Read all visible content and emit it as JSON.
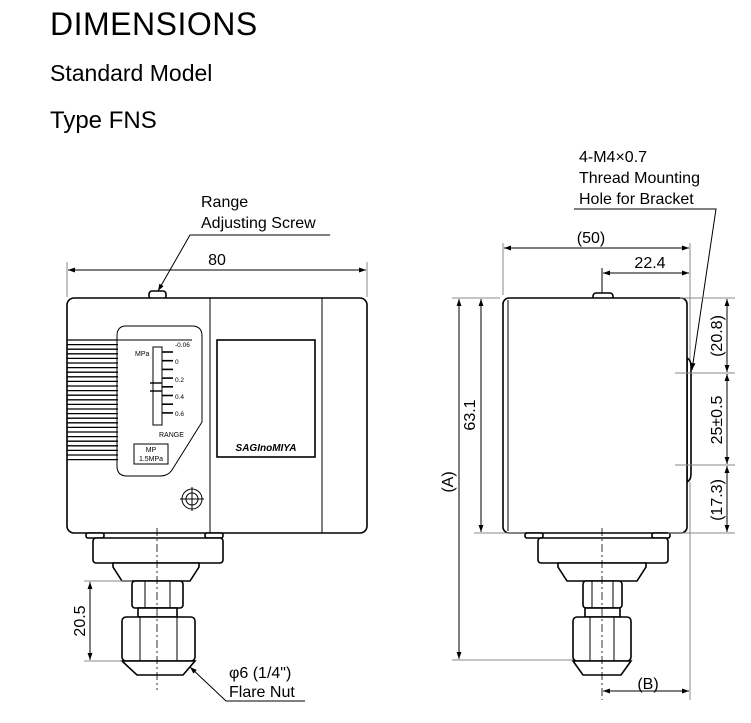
{
  "header": {
    "title": "DIMENSIONS",
    "subtitle": "Standard Model",
    "type": "Type FNS"
  },
  "front_view": {
    "range_screw_label_1": "Range",
    "range_screw_label_2": "Adjusting Screw",
    "width_dim": "80",
    "scale_unit": "MPa",
    "scale_ticks": [
      "-0.06",
      "0",
      "0.2",
      "0.4",
      "0.6"
    ],
    "scale_label": "RANGE",
    "mp_label_1": "MP",
    "mp_label_2": "1.5MPa",
    "logo": "SAGInoMIYA",
    "fitting_dim": "20.5",
    "flare_label_1": "φ6 (1/4\")",
    "flare_label_2": "Flare Nut"
  },
  "side_view": {
    "bracket_label_1": "4-M4×0.7",
    "bracket_label_2": "Thread Mounting",
    "bracket_label_3": "Hole for Bracket",
    "width_dim": "(50)",
    "offset_dim": "22.4",
    "height_dim": "63.1",
    "overall_dim": "(A)",
    "top_dim": "(20.8)",
    "pitch_dim": "25±0.5",
    "bottom_dim": "(17.3)",
    "fitting_offset_dim": "(B)"
  }
}
